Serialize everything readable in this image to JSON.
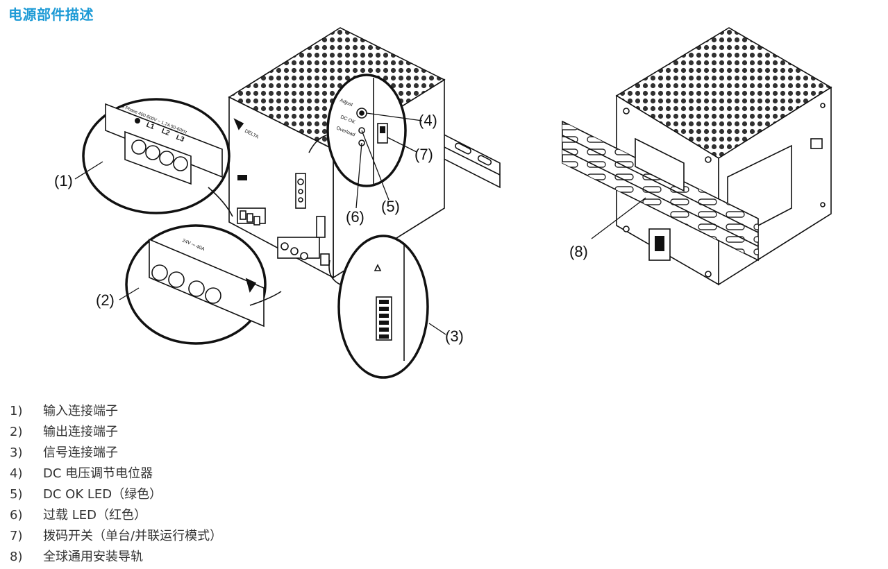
{
  "title": "电源部件描述",
  "callouts": [
    "(1)",
    "(2)",
    "(3)",
    "(4)",
    "(5)",
    "(6)",
    "(7)",
    "(8)"
  ],
  "items": [
    {
      "num": "1)",
      "text": "输入连接端子"
    },
    {
      "num": "2)",
      "text": "输出连接端子"
    },
    {
      "num": "3)",
      "text": "信号连接端子"
    },
    {
      "num": "4)",
      "text": "DC 电压调节电位器"
    },
    {
      "num": "5)",
      "text": "DC OK LED（绿色）"
    },
    {
      "num": "6)",
      "text": "过载 LED（红色）"
    },
    {
      "num": "7)",
      "text": "拨码开关（单台/并联运行模式）"
    },
    {
      "num": "8)",
      "text": "全球通用安装导轨"
    }
  ],
  "front_labels": {
    "input_rating": "3 Phase 400-500V ~ 1.7A 50-60Hz",
    "output_rating": "24V ⎓ 40A",
    "L1": "L1",
    "L2": "L2",
    "L3": "L3",
    "adjust": "Adjust",
    "dc_ok": "DC OK",
    "overload": "Overload",
    "brand": "DELTA"
  }
}
